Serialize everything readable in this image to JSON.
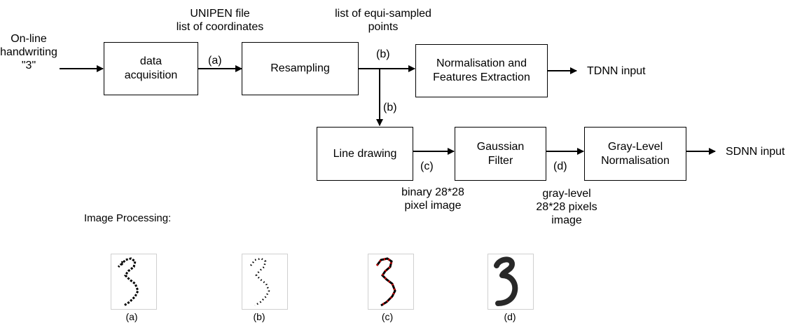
{
  "input_label": "On-line\nhandwriting\n\"3\"",
  "boxes": {
    "data_acquisition": "data\nacquisition",
    "resampling": "Resampling",
    "normalisation": "Normalisation and\nFeatures Extraction",
    "line_drawing": "Line drawing",
    "gaussian": "Gaussian\nFilter",
    "gray_level": "Gray-Level\nNormalisation"
  },
  "annotations": {
    "unipen": "UNIPEN file\nlist of coordinates",
    "equi": "list of equi-sampled\npoints",
    "binary": "binary 28*28\npixel image",
    "gray": "gray-level\n28*28 pixels\nimage"
  },
  "edge_labels": {
    "a": "(a)",
    "b_top": "(b)",
    "b_down": "(b)",
    "c": "(c)",
    "d": "(d)"
  },
  "outputs": {
    "tdnn": "TDNN input",
    "sdnn": "SDNN input"
  },
  "image_processing": {
    "title": "Image Processing:",
    "captions": [
      "(a)",
      "(b)",
      "(c)",
      "(d)"
    ]
  },
  "colors": {
    "stroke": "#000000",
    "highlight": "#cc0000",
    "thumb_border": "#d0d0d0"
  }
}
